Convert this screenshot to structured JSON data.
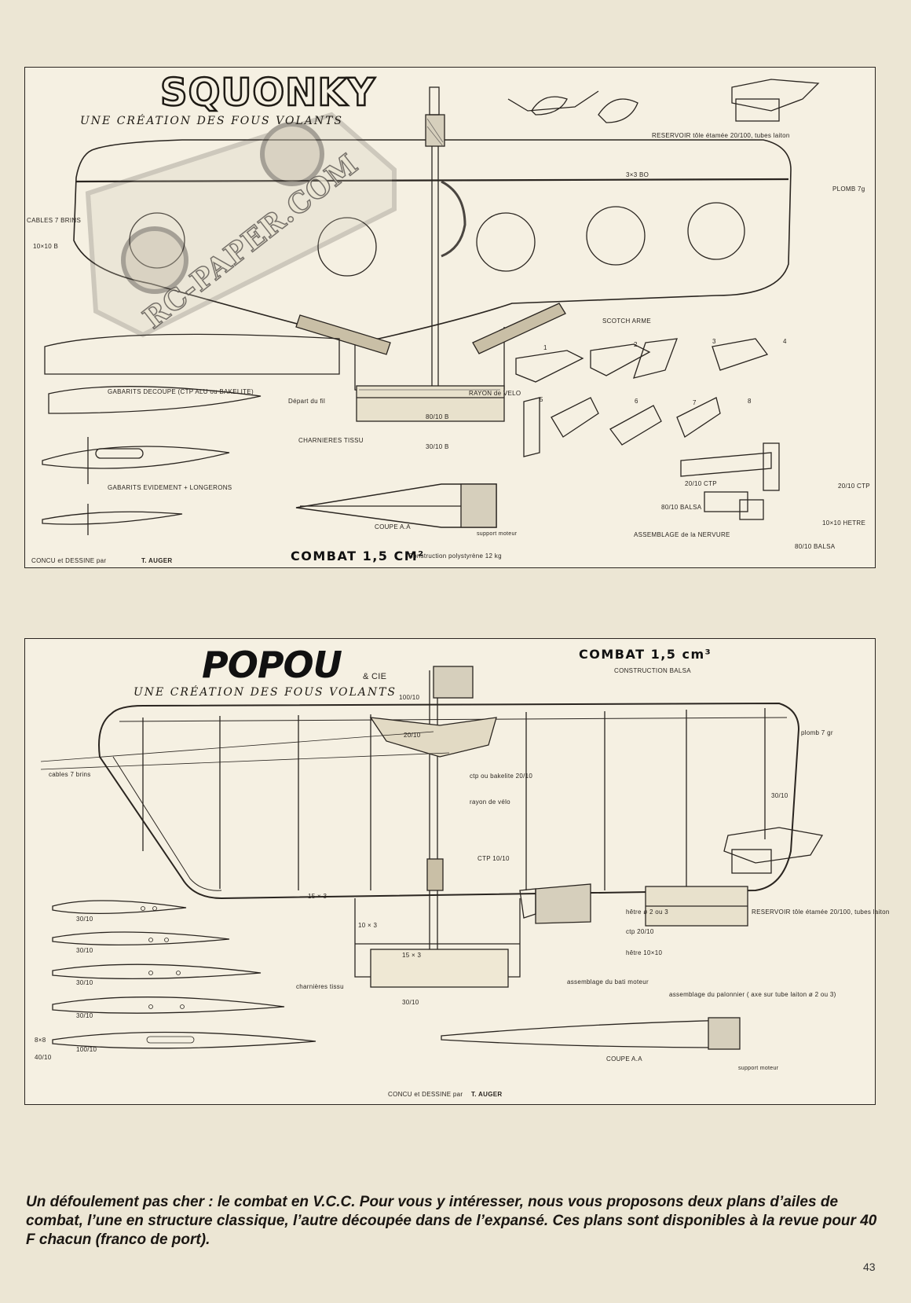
{
  "plan1": {
    "title": "SQUONKY",
    "subtitle": "UNE CRÉATION DES FOUS VOLANTS",
    "combat": "COMBAT 1,5 CM²",
    "construction": "Construction polystyrène 12 kg",
    "credit_prefix": "CONCU et DESSINE par",
    "credit_name": "T. AUGER",
    "labels": {
      "reservoir": "RESERVOIR tôle étamée 20/100, tubes laiton",
      "plomb": "PLOMB 7g",
      "dim_3x3": "3×3 BO",
      "cables": "CABLES 7 BRINS",
      "dim_10x10": "10×10 B",
      "scotch": "SCOTCH ARME",
      "gabarits_decoupe": "GABARITS DECOUPE (CTP ALU ou BAKELITE)",
      "depart_fil": "Départ du fil",
      "rayon": "RAYON de VELO",
      "dim_80_10": "80/10 B",
      "charnieres": "CHARNIERES TISSU",
      "dim_30_10": "30/10 B",
      "gabarits_evidement": "GABARITS EVIDEMENT + LONGERONS",
      "coupe": "COUPE A.A",
      "support": "support moteur",
      "ctp": "20/10 CTP",
      "balsa80": "80/10 BALSA",
      "ctp2": "20/10 CTP",
      "hetre": "10×10 HETRE",
      "balsa802": "80/10 BALSA",
      "assemblage": "ASSEMBLAGE de la NERVURE",
      "steps": [
        "1",
        "2",
        "3",
        "4",
        "5",
        "6",
        "7",
        "8"
      ]
    }
  },
  "plan2": {
    "title": "POPOU",
    "title_suffix": "& CIE",
    "subtitle": "UNE CRÉATION DES FOUS VOLANTS",
    "combat": "COMBAT 1,5 cm³",
    "construction": "CONSTRUCTION BALSA",
    "credit_prefix": "CONCU et DESSINE par",
    "credit_name": "T. AUGER",
    "labels": {
      "d100_10": "100/10",
      "d20_10": "20/10",
      "plomb": "plomb 7 gr",
      "cables": "cables 7 brins",
      "ctp_bakelite": "ctp ou bakelite 20/10",
      "rayon": "rayon de vélo",
      "d30_10": "30/10",
      "ctp10": "CTP 10/10",
      "d15x3": "15 × 3",
      "d10x3": "10 × 3",
      "d15x3b": "15 × 3",
      "charnieres": "charnières tissu",
      "d30_10b": "30/10",
      "reservoir": "RESERVOIR tôle étamée 20/100, tubes laiton",
      "hetre3": "hêtre ø 2 ou 3",
      "ctp20": "ctp 20/10",
      "hetre10": "hêtre 10×10",
      "assemblage_bati": "assemblage du bati moteur",
      "assemblage_palonnier": "assemblage du palonnier ( axe sur tube laiton ø 2 ou 3)",
      "coupe": "COUPE A.A",
      "support": "support moteur",
      "r1": "30/10",
      "r2": "30/10",
      "r3": "30/10",
      "r4": "30/10",
      "r5a": "8×8",
      "r5b": "100/10",
      "r5c": "40/10"
    }
  },
  "watermark": "RC-PAPER.COM",
  "caption": "Un défoulement pas cher : le combat en V.C.C. Pour vous y intéresser, nous vous proposons deux plans d’ailes de combat, l’une en structure classique, l’autre découpée dans de l’expansé. Ces plans sont disponibles à la revue pour 40 F chacun (franco de port).",
  "page_number": "43"
}
